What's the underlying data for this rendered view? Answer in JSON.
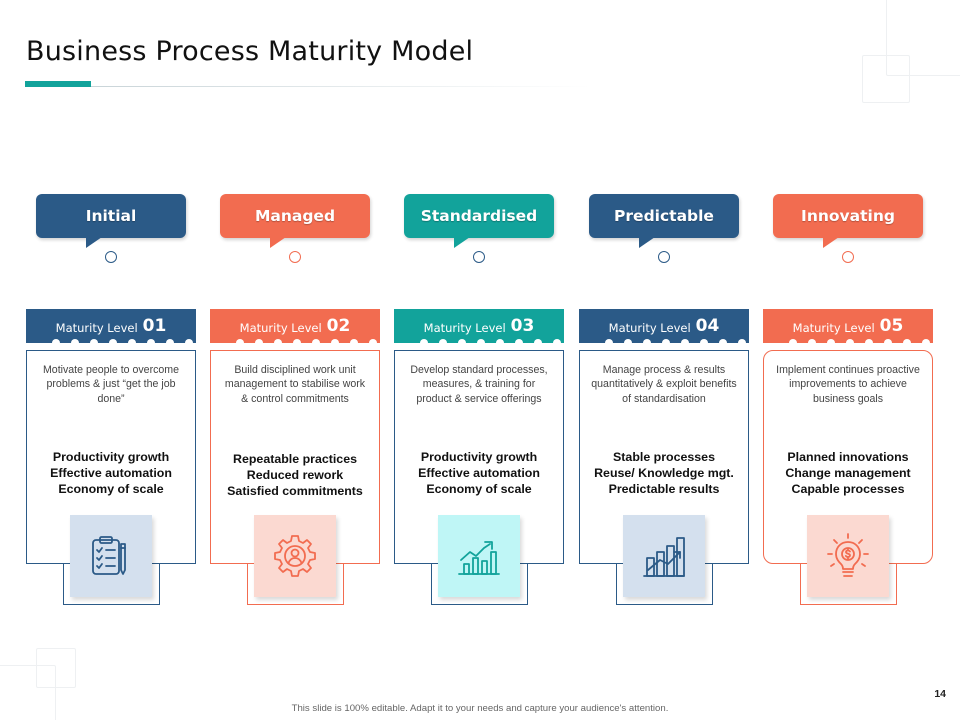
{
  "title": "Business Process Maturity Model",
  "colors": {
    "navy": "#2b5a87",
    "coral": "#f26c50",
    "teal": "#12a39b",
    "icon_blue_bg": "#d4e0ee",
    "icon_coral_bg": "#fbd9d1",
    "icon_teal_bg": "#bff6f6"
  },
  "stages": [
    {
      "name": "Initial"
    },
    {
      "name": "Managed"
    },
    {
      "name": "Standardised"
    },
    {
      "name": "Predictable"
    },
    {
      "name": "Innovating"
    }
  ],
  "levels": [
    {
      "label": "Maturity Level",
      "number": "01",
      "description": "Motivate people to overcome problems & just “get the job done”",
      "highlights": [
        "Productivity growth",
        "Effective automation",
        "Economy of scale"
      ],
      "icon": "checklist-icon"
    },
    {
      "label": "Maturity Level",
      "number": "02",
      "description": "Build disciplined work unit management to stabilise work & control commitments",
      "highlights": [
        "Repeatable practices",
        "Reduced rework",
        "Satisfied commitments"
      ],
      "icon": "gear-person-icon"
    },
    {
      "label": "Maturity Level",
      "number": "03",
      "description": "Develop standard processes, measures, & training for product & service offerings",
      "highlights": [
        "Productivity growth",
        "Effective automation",
        "Economy of scale"
      ],
      "icon": "growth-chart-icon"
    },
    {
      "label": "Maturity Level",
      "number": "04",
      "description": "Manage process & results quantitatively & exploit benefits of standardisation",
      "highlights": [
        "Stable processes",
        "Reuse/ Knowledge mgt.",
        "Predictable results"
      ],
      "icon": "bar-chart-icon"
    },
    {
      "label": "Maturity Level",
      "number": "05",
      "description": "Implement continues proactive improvements to achieve business goals",
      "highlights": [
        "Planned innovations",
        "Change management",
        "Capable processes"
      ],
      "icon": "lightbulb-dollar-icon"
    }
  ],
  "page_number": "14",
  "footer": "This slide is 100% editable. Adapt it to your needs and capture your audience's attention."
}
